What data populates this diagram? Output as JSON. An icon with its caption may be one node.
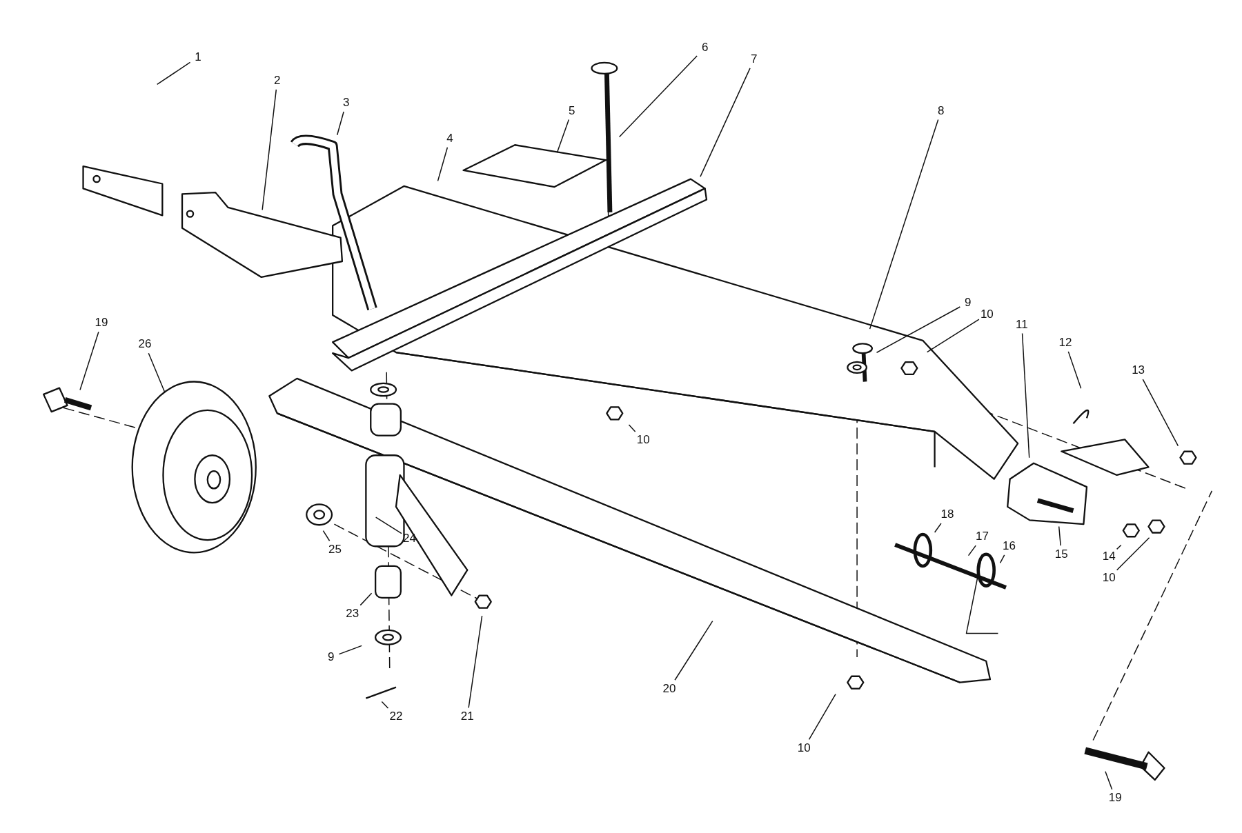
{
  "diagram": {
    "nodes": [
      {
        "text": [
          "1"
        ]
      },
      {
        "text": [
          "2"
        ]
      },
      {
        "text": [
          "3"
        ]
      },
      {
        "text": [
          "4"
        ]
      },
      {
        "text": [
          "5"
        ]
      },
      {
        "text": [
          "6"
        ]
      },
      {
        "text": [
          "7"
        ]
      },
      {
        "text": [
          "8"
        ]
      },
      {
        "text": [
          "9"
        ]
      },
      {
        "text": [
          "10"
        ]
      },
      {
        "text": [
          "11"
        ]
      },
      {
        "text": [
          "12"
        ]
      },
      {
        "text": [
          "13"
        ]
      },
      {
        "text": [
          "19"
        ]
      },
      {
        "text": [
          "26"
        ]
      },
      {
        "text": [
          "10"
        ]
      },
      {
        "text": [
          "25"
        ]
      },
      {
        "text": [
          "24"
        ]
      },
      {
        "text": [
          "23"
        ]
      },
      {
        "text": [
          "9"
        ]
      },
      {
        "text": [
          "22"
        ]
      },
      {
        "text": [
          "21"
        ]
      },
      {
        "text": [
          "20"
        ]
      },
      {
        "text": [
          "10"
        ]
      },
      {
        "text": [
          "19"
        ]
      },
      {
        "text": [
          "18"
        ]
      },
      {
        "text": [
          "17"
        ]
      },
      {
        "text": [
          "16"
        ]
      },
      {
        "text": [
          "15"
        ]
      },
      {
        "text": [
          "14"
        ]
      },
      {
        "text": [
          "10"
        ]
      }
    ],
    "edges": [
      {
        "from": 0,
        "to": null,
        "arrow": "none"
      },
      {
        "from": 1,
        "to": null,
        "arrow": "none"
      },
      {
        "from": 2,
        "to": null,
        "arrow": "none"
      },
      {
        "from": 3,
        "to": null,
        "arrow": "none"
      },
      {
        "from": 4,
        "to": null,
        "arrow": "none"
      },
      {
        "from": 5,
        "to": null,
        "arrow": "none"
      },
      {
        "from": 6,
        "to": null,
        "arrow": "none"
      },
      {
        "from": 7,
        "to": null,
        "arrow": "none"
      },
      {
        "from": 8,
        "to": null,
        "arrow": "none"
      },
      {
        "from": 9,
        "to": null,
        "arrow": "none"
      },
      {
        "from": 10,
        "to": null,
        "arrow": "none"
      },
      {
        "from": 11,
        "to": null,
        "arrow": "none"
      },
      {
        "from": 12,
        "to": null,
        "arrow": "none"
      },
      {
        "from": 13,
        "to": null,
        "arrow": "none"
      },
      {
        "from": 14,
        "to": null,
        "arrow": "none"
      },
      {
        "from": 15,
        "to": null,
        "arrow": "none"
      },
      {
        "from": 16,
        "to": null,
        "arrow": "none"
      },
      {
        "from": 17,
        "to": null,
        "arrow": "none"
      },
      {
        "from": 18,
        "to": null,
        "arrow": "none"
      },
      {
        "from": 19,
        "to": null,
        "arrow": "none"
      },
      {
        "from": 20,
        "to": null,
        "arrow": "none"
      },
      {
        "from": 21,
        "to": null,
        "arrow": "none"
      },
      {
        "from": 22,
        "to": null,
        "arrow": "none"
      },
      {
        "from": 23,
        "to": null,
        "arrow": "none"
      },
      {
        "from": 24,
        "to": null,
        "arrow": "none"
      },
      {
        "from": 25,
        "to": null,
        "arrow": "none"
      },
      {
        "from": 26,
        "to": null,
        "arrow": "none"
      },
      {
        "from": 27,
        "to": null,
        "arrow": "none"
      },
      {
        "from": 28,
        "to": null,
        "arrow": "none"
      },
      {
        "from": 29,
        "to": null,
        "arrow": "none"
      },
      {
        "from": 30,
        "to": null,
        "arrow": "none"
      }
    ]
  }
}
